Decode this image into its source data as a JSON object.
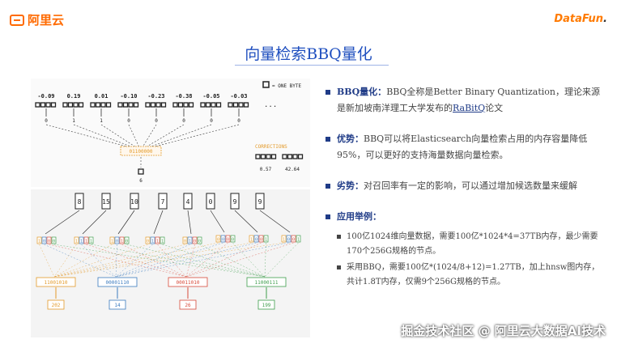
{
  "header": {
    "left_logo_text": "阿里云",
    "right_logo_text_a": "DataFun",
    "right_logo_text_b": "."
  },
  "slide_title": "向量检索BBQ量化",
  "diagram": {
    "one_byte_label": "= ONE BYTE",
    "top_values": [
      "-0.09",
      "0.19",
      "0.01",
      "-0.10",
      "-0.23",
      "-0.38",
      "-0.05",
      "-0.03"
    ],
    "top_bits": [
      "0",
      "1",
      "1",
      "0",
      "0",
      "0",
      "0",
      "0"
    ],
    "ellipsis": "...",
    "packed_byte": "01100000",
    "packed_result": "6",
    "corrections_label": "CORRECTIONS",
    "corrections_values": [
      "0.57",
      "42.64"
    ],
    "bottom_numbers": [
      "8",
      "15",
      "10",
      "7",
      "4",
      "0",
      "9",
      "9"
    ],
    "bit_groups": [
      [
        "1",
        "0",
        "0",
        "0"
      ],
      [
        "1",
        "1",
        "1",
        "1"
      ],
      [
        "1",
        "0",
        "1",
        "0"
      ],
      [
        "0",
        "1",
        "1",
        "1"
      ],
      [
        "0",
        "1",
        "0",
        "0"
      ],
      [
        "0",
        "0",
        "0",
        "0"
      ],
      [
        "1",
        "0",
        "0",
        "1"
      ],
      [
        "1",
        "0",
        "0",
        "1"
      ]
    ],
    "planes": [
      "11001010",
      "00001110",
      "00011010",
      "11000111"
    ],
    "plane_results": [
      "202",
      "14",
      "26",
      "199"
    ],
    "plane_colors": [
      "#e39a2a",
      "#3b7bbf",
      "#d84a3a",
      "#3f9e4d"
    ]
  },
  "bullets": [
    {
      "label": "BBQ量化：",
      "text": "BBQ全称是Better Binary Quantization，理论来源是新加坡南洋理工大学发布的",
      "link": "RaBitQ",
      "tail": "论文"
    },
    {
      "label": "优势：",
      "text": "BBQ可以将Elasticsearch向量检索占用的内存容量降低95%，可以更好的支持海量数据向量检索。"
    },
    {
      "label": "劣势：",
      "text": "对召回率有一定的影响，可以通过增加候选数量来缓解"
    },
    {
      "label": "应用举例：",
      "text": ""
    }
  ],
  "examples": [
    "100亿1024维向量数据，需要100亿*1024*4=37TB内存，最少需要170个256G规格的节点。",
    "采用BBQ，需要100亿*(1024/8+12)=1.27TB，加上hnsw图内存，共计1.8T内存，仅需9个256G规格的节点。"
  ],
  "watermark": "掘金技术社区 @ 阿里云大数据AI技术"
}
